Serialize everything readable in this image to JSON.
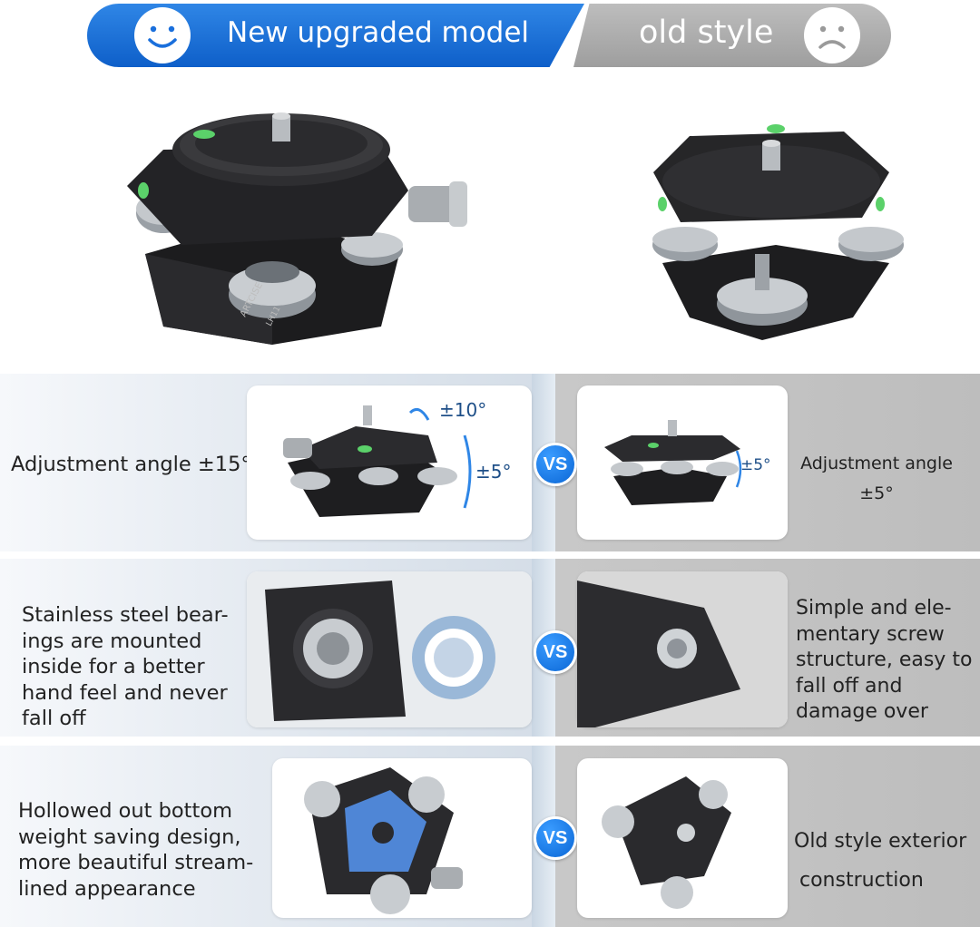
{
  "header": {
    "new_label": "New upgraded model",
    "old_label": "old style",
    "new_icon": "smiley-face-icon",
    "old_icon": "sad-face-icon",
    "new_color": "#1a6fdc",
    "old_color": "#a8a8a8"
  },
  "hero": {
    "new_brand": "ARTCISE",
    "new_model": "LH11"
  },
  "rows": [
    {
      "new_text": "Adjustment angle ±15°",
      "new_angle_top": "±10°",
      "new_angle_side": "±5°",
      "vs": "VS",
      "old_angle_side": "±5°",
      "old_text_line1": "Adjustment angle",
      "old_text_line2": "±5°"
    },
    {
      "new_text_lines": [
        "Stainless steel bear-",
        "ings are mounted",
        "inside for a better",
        "hand feel and never",
        "fall off"
      ],
      "vs": "VS",
      "old_text_lines": [
        "Simple and ele-",
        "mentary screw",
        "structure, easy to",
        "fall off and",
        "damage over"
      ]
    },
    {
      "new_text_lines": [
        "Hollowed out bottom",
        "weight saving design,",
        "more beautiful stream-",
        "lined appearance"
      ],
      "vs": "VS",
      "old_text_lines": [
        "Old style exterior",
        "construction"
      ]
    }
  ]
}
